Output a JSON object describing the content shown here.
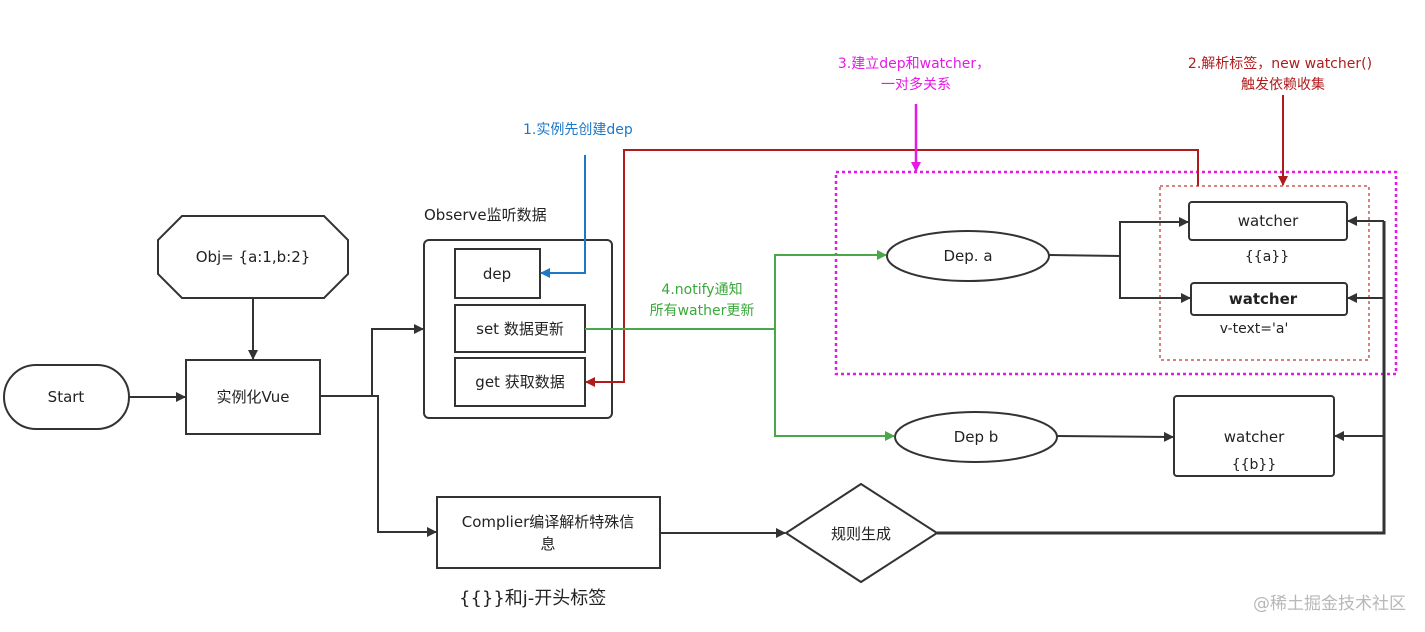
{
  "nodes": {
    "start": "Start",
    "obj": "Obj= {a:1,b:2}",
    "instantiate": "实例化Vue",
    "observe_title": "Observe监听数据",
    "dep": "dep",
    "set": "set 数据更新",
    "get": "get 获取数据",
    "compiler_line1": "Complier编译解析特殊信",
    "compiler_line2": "息",
    "compiler_note": "{{}}和j-开头标签",
    "rule": "规则生成",
    "dep_a": "Dep. a",
    "dep_b": "Dep b",
    "watcher1": "watcher",
    "watcher1_sub": "{{a}}",
    "watcher2": "watcher",
    "watcher2_sub": "v-text='a'",
    "watcher3": "watcher",
    "watcher3_sub": "{{b}}"
  },
  "annotations": {
    "step1": "1.实例先创建dep",
    "step2_line1": "2.解析标签，new watcher()",
    "step2_line2": "触发依赖收集",
    "step3_line1": "3.建立dep和watcher，",
    "step3_line2": "一对多关系",
    "step4_line1": "4.notify通知",
    "step4_line2": "所有wather更新"
  },
  "watermark": "@稀土掘金技术社区",
  "colors": {
    "line": "#333333",
    "blue": "#1e78c8",
    "red": "#b01c1c",
    "magenta": "#e619e6",
    "green": "#4aa84a",
    "pink_dash": "#d98080"
  }
}
